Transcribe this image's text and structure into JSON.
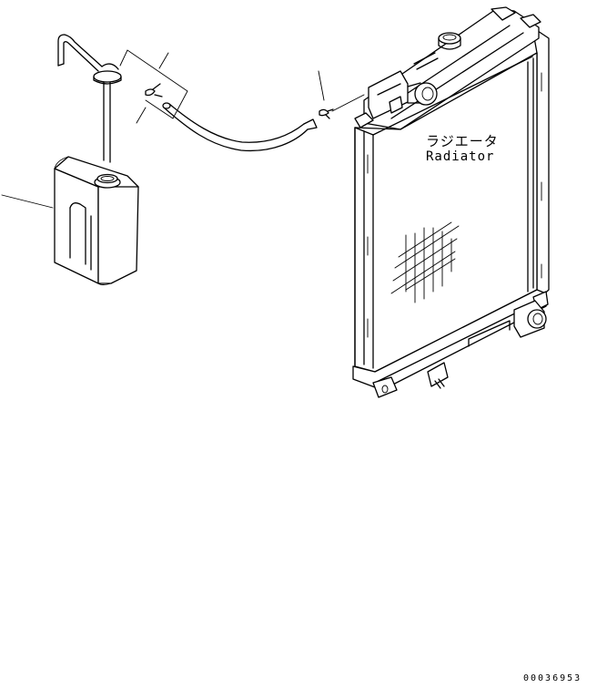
{
  "radiator_label": {
    "japanese": "ラジエータ",
    "english": "Radiator"
  },
  "drawing_number": "00036953"
}
